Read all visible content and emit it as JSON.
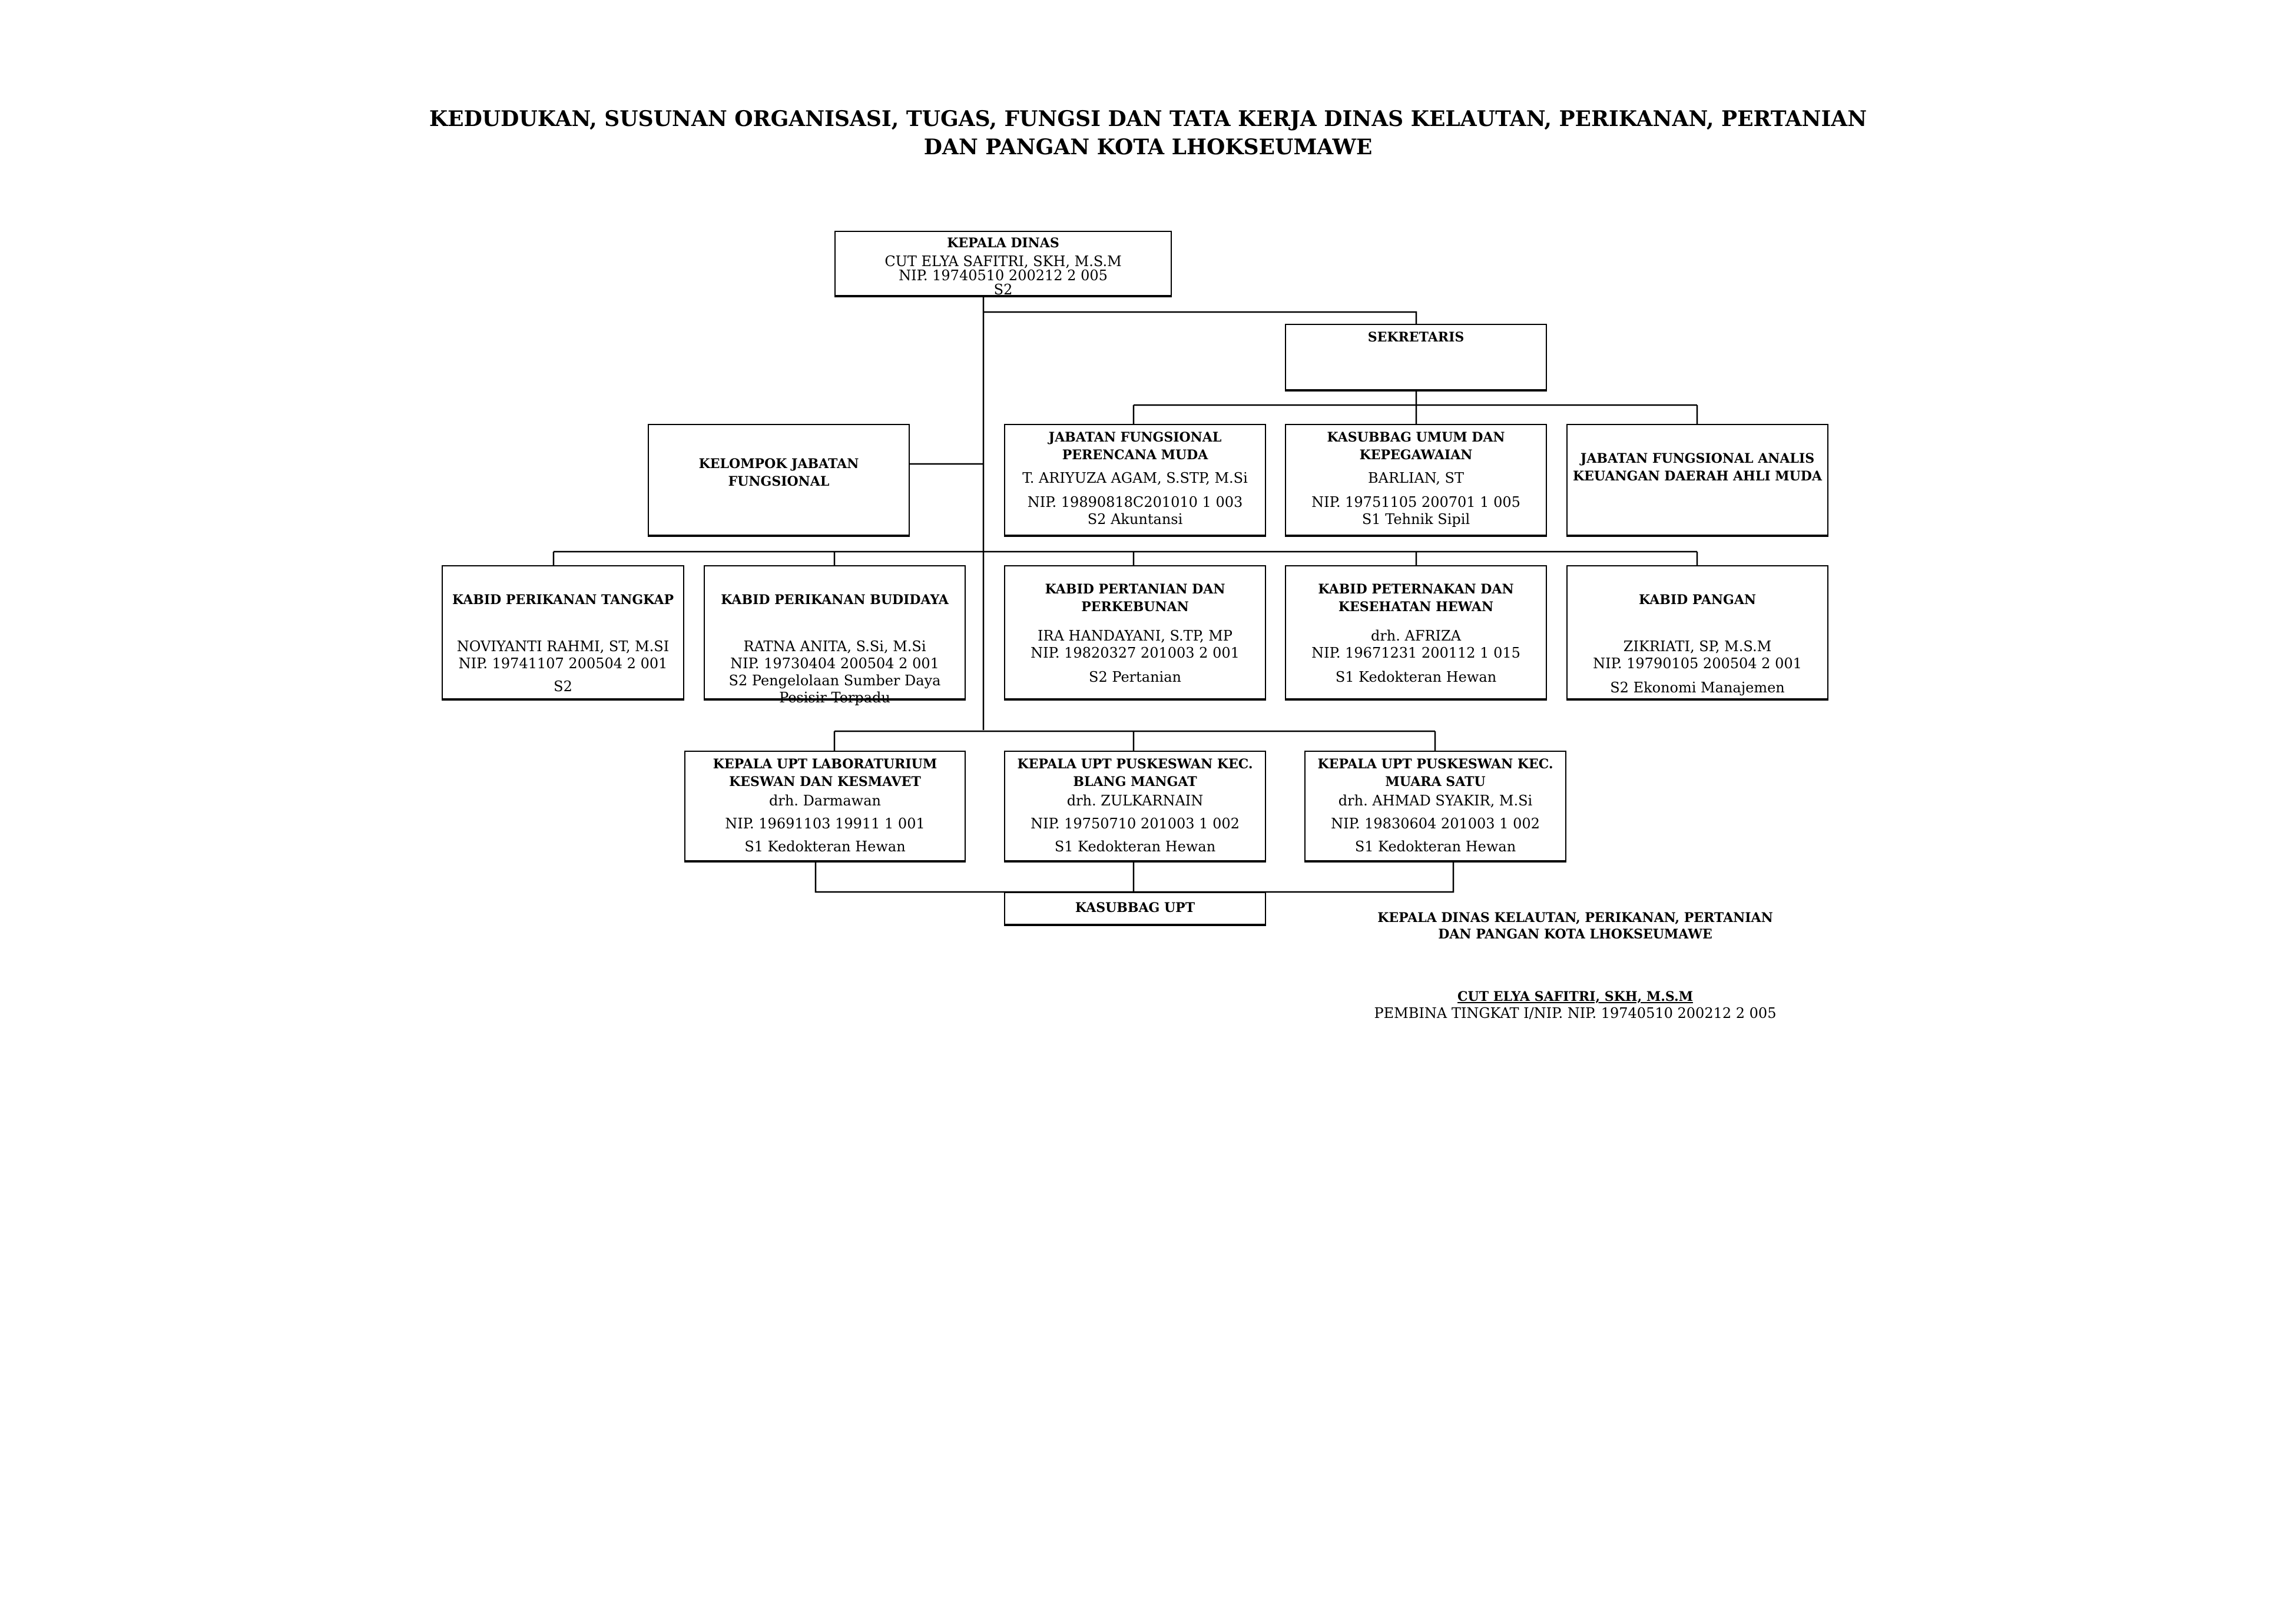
{
  "title": {
    "line1": "KEDUDUKAN, SUSUNAN ORGANISASI, TUGAS, FUNGSI DAN TATA KERJA DINAS KELAUTAN, PERIKANAN, PERTANIAN",
    "line2": "DAN PANGAN KOTA LHOKSEUMAWE"
  },
  "kepala": {
    "title": "KEPALA DINAS",
    "name": "CUT ELYA SAFITRI, SKH, M.S.M",
    "nip": "NIP. 19740510 200212 2 005",
    "edu": "S2"
  },
  "sekretaris": {
    "title": "SEKRETARIS"
  },
  "kelompok": {
    "title1": "KELOMPOK JABATAN",
    "title2": "FUNGSIONAL"
  },
  "perencana": {
    "title1": "JABATAN FUNGSIONAL",
    "title2": "PERENCANA MUDA",
    "name": "T. ARIYUZA AGAM, S.STP, M.Si",
    "nip": "NIP. 19890818C201010 1 003",
    "edu": "S2 Akuntansi"
  },
  "kasubbag_umum": {
    "title1": "KASUBBAG UMUM DAN",
    "title2": "KEPEGAWAIAN",
    "name": "BARLIAN, ST",
    "nip": "NIP. 19751105 200701 1 005",
    "edu": "S1 Tehnik Sipil"
  },
  "analis": {
    "title1": "JABATAN FUNGSIONAL ANALIS",
    "title2": "KEUANGAN DAERAH AHLI MUDA"
  },
  "kabid": [
    {
      "title1": "KABID PERIKANAN TANGKAP",
      "title2": "",
      "name": "NOVIYANTI RAHMI, ST, M.SI",
      "nip": "NIP. 19741107 200504 2 001",
      "edu": "S2",
      "edu2": ""
    },
    {
      "title1": "KABID PERIKANAN BUDIDAYA",
      "title2": "",
      "name": "RATNA ANITA, S.Si, M.Si",
      "nip": "NIP. 19730404 200504 2 001",
      "edu": "S2 Pengelolaan Sumber Daya",
      "edu2": "Pesisir Terpadu"
    },
    {
      "title1": "KABID PERTANIAN DAN",
      "title2": "PERKEBUNAN",
      "name": "IRA HANDAYANI, S.TP, MP",
      "nip": "NIP. 19820327 201003 2 001",
      "edu": "S2 Pertanian",
      "edu2": ""
    },
    {
      "title1": "KABID PETERNAKAN DAN",
      "title2": "KESEHATAN HEWAN",
      "name": "drh. AFRIZA",
      "nip": "NIP. 19671231 200112 1 015",
      "edu": "S1 Kedokteran Hewan",
      "edu2": ""
    },
    {
      "title1": "KABID PANGAN",
      "title2": "",
      "name": "ZIKRIATI, SP, M.S.M",
      "nip": "NIP. 19790105 200504 2 001",
      "edu": "S2 Ekonomi Manajemen",
      "edu2": ""
    }
  ],
  "upt": [
    {
      "title1": "KEPALA UPT LABORATURIUM",
      "title2": "KESWAN DAN KESMAVET",
      "name": "drh. Darmawan",
      "nip": "NIP. 19691103 19911 1 001",
      "edu": "S1 Kedokteran Hewan"
    },
    {
      "title1": "KEPALA UPT PUSKESWAN KEC.",
      "title2": "BLANG MANGAT",
      "name": "drh. ZULKARNAIN",
      "nip": "NIP. 19750710 201003 1 002",
      "edu": "S1 Kedokteran Hewan"
    },
    {
      "title1": "KEPALA UPT PUSKESWAN KEC.",
      "title2": "MUARA SATU",
      "name": "drh. AHMAD SYAKIR, M.Si",
      "nip": "NIP. 19830604 201003 1 002",
      "edu": "S1 Kedokteran Hewan"
    }
  ],
  "kasubbag_upt": {
    "title": "KASUBBAG UPT"
  },
  "signature": {
    "office1": "KEPALA DINAS KELAUTAN, PERIKANAN, PERTANIAN",
    "office2": "DAN PANGAN KOTA LHOKSEUMAWE",
    "name": "CUT ELYA SAFITRI, SKH, M.S.M",
    "rank": "PEMBINA TINGKAT I/NIP. NIP. 19740510 200212 2 005"
  }
}
